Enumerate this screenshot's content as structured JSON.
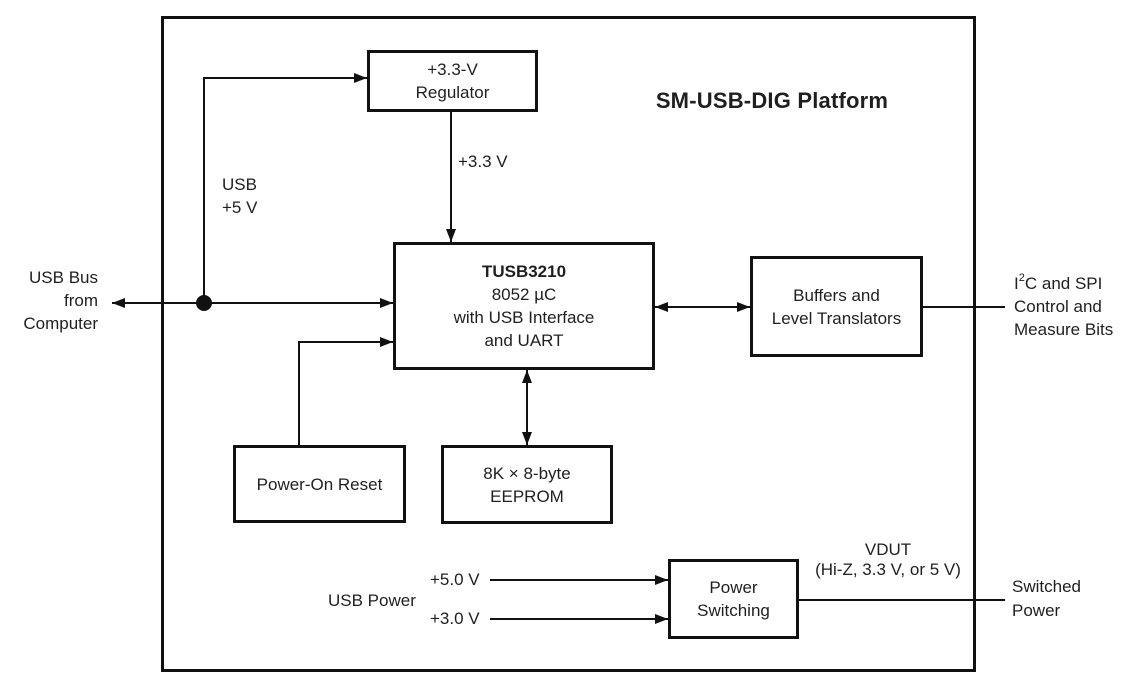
{
  "title": "SM-USB-DIG Platform",
  "colors": {
    "line": "#111111",
    "text": "#1f1f1f",
    "background": "#ffffff"
  },
  "boxes": {
    "regulator": {
      "line1": "+3.3-V",
      "line2": "Regulator"
    },
    "tusb3210": {
      "heading": "TUSB3210",
      "line2": "8052 µC",
      "line3": "with USB Interface",
      "line4": "and UART"
    },
    "buffers": {
      "line1": "Buffers and",
      "line2": "Level Translators"
    },
    "power_on_reset": {
      "line1": "Power-On Reset"
    },
    "eeprom": {
      "line1": "8K × 8-byte",
      "line2": "EEPROM"
    },
    "power_switching": {
      "line1": "Power",
      "line2": "Switching"
    }
  },
  "labels": {
    "usb_5v": {
      "line1": "USB",
      "line2": "+5 V"
    },
    "v33": "+3.3 V",
    "usb_bus": {
      "line1": "USB Bus",
      "line2": "from",
      "line3": "Computer"
    },
    "i2c": {
      "base": "I",
      "sup": "2",
      "rest": "C and SPI",
      "line2": "Control and",
      "line3": "Measure Bits"
    },
    "usb_power": "USB Power",
    "v50": "+5.0 V",
    "v30": "+3.0 V",
    "vdut": {
      "line1": "VDUT",
      "line2": "(Hi-Z, 3.3 V, or 5 V)"
    },
    "switched": {
      "line1": "Switched",
      "line2": "Power"
    }
  }
}
